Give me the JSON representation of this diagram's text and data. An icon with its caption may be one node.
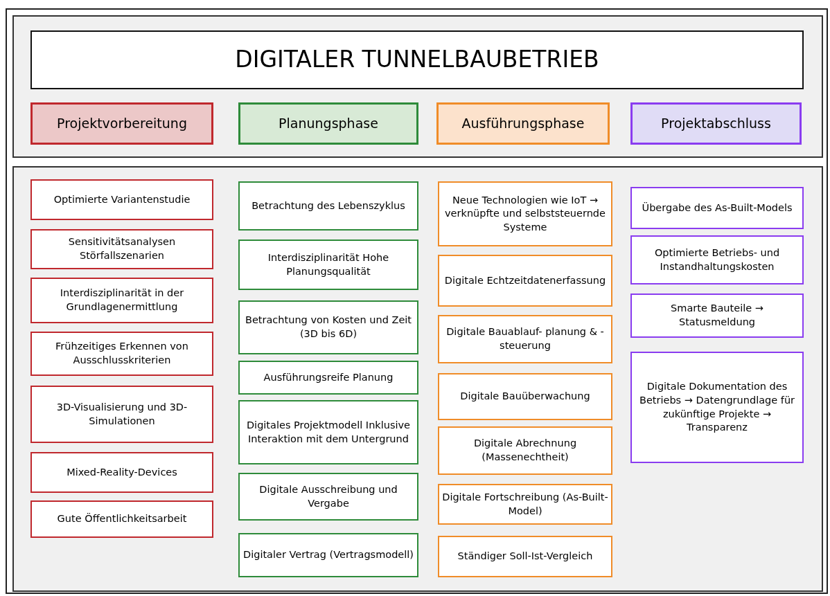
{
  "diagram": {
    "nodes": [
      {
        "text": [],
        "shape": "box"
      },
      {
        "text": [
          "DIGITALER TUNNELBAUBETRIEB"
        ],
        "in": 0
      },
      {
        "text": [
          "Projektvorbereitung"
        ],
        "in": 0
      },
      {
        "text": [
          "Planungsphase"
        ],
        "in": 0
      },
      {
        "text": [
          "Ausführungsphase"
        ],
        "in": 0
      },
      {
        "text": [
          "Projektabschluss"
        ],
        "in": 0
      },
      {
        "text": [],
        "shape": "box"
      },
      {
        "text": [
          "Optimierte Variantenstudie"
        ],
        "in": 6
      },
      {
        "text": [
          "Sensitivitätsanalysen Störfallszenarien"
        ],
        "in": 6
      },
      {
        "text": [
          "Interdisziplinarität in der Grundlagenermittlung"
        ],
        "in": 6
      },
      {
        "text": [
          "Frühzeitiges Erkennen von Ausschlusskriterien"
        ],
        "in": 6
      },
      {
        "text": [
          "3D-Visualisierung und 3D-Simulationen"
        ],
        "in": 6
      },
      {
        "text": [
          "Mixed-Reality-Devices"
        ],
        "in": 6
      },
      {
        "text": [
          "Gute Öffentlichkeitsarbeit"
        ],
        "in": 6
      },
      {
        "text": [
          "Betrachtung des Lebenszyklus"
        ],
        "in": 6
      },
      {
        "text": [
          "Interdisziplinarität Hohe Planungsqualität"
        ],
        "in": 6
      },
      {
        "text": [
          "Betrachtung von Kosten und Zeit (3D bis 6D)"
        ],
        "in": 6
      },
      {
        "text": [
          "Ausführungsreife Planung"
        ],
        "in": 6
      },
      {
        "text": [
          "Digitales Projektmodell Inklusive Interaktion mit dem Untergrund"
        ],
        "in": 6
      },
      {
        "text": [
          "Digitale Ausschreibung und Vergabe"
        ],
        "in": 6
      },
      {
        "text": [
          "Digitaler Vertrag (Vertragsmodell)"
        ],
        "in": 6
      },
      {
        "text": [
          "Neue Technologien wie IoT → verknüpfte und selbststeuernde Systeme"
        ],
        "in": 6
      },
      {
        "text": [
          "Digitale Echtzeitdatenerfassung"
        ],
        "in": 6
      },
      {
        "text": [
          "Digitale Bauablauf- planung & -steuerung"
        ],
        "in": 6
      },
      {
        "text": [
          "Digitale Bauüberwachung"
        ],
        "in": 6
      },
      {
        "text": [
          "Digitale Abrechnung (Massenechtheit)"
        ],
        "in": 6
      },
      {
        "text": [
          "Digitale Fortschreibung (As-Built-Model)"
        ],
        "in": 6
      },
      {
        "text": [
          "Ständiger Soll-Ist-Vergleich"
        ],
        "in": 6
      },
      {
        "text": [
          "Übergabe des As-Built-Models"
        ],
        "in": 6
      },
      {
        "text": [
          "Optimierte Betriebs- und Instandhaltungskosten"
        ],
        "in": 6
      },
      {
        "text": [
          "Smarte Bauteile → Statusmeldung"
        ],
        "in": 6
      },
      {
        "text": [
          "Digitale Dokumentation des Betriebs → Datengrundlage für zukünftige Projekte → Transparenz"
        ],
        "in": 6
      }
    ]
  }
}
